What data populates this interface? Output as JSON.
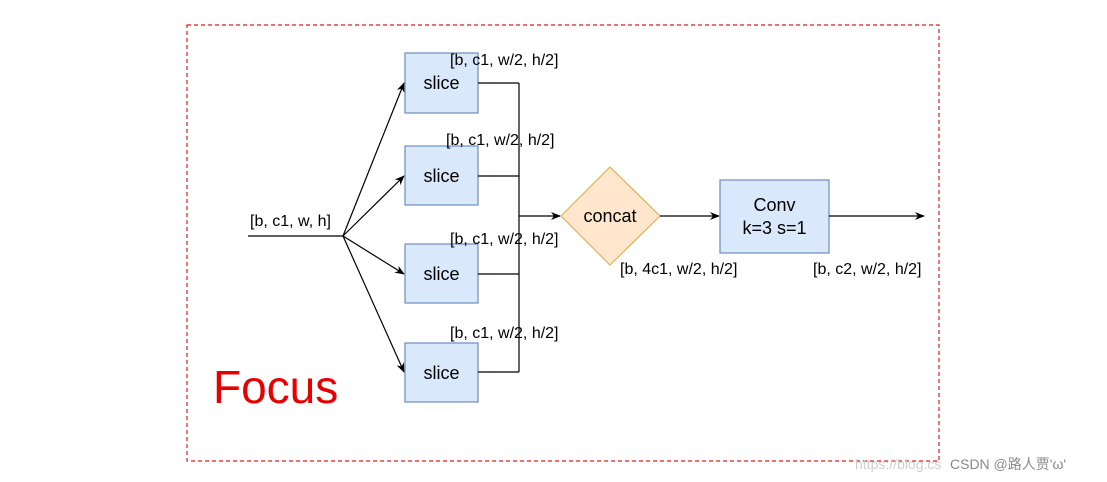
{
  "frame_title": "Focus",
  "input": {
    "label": "[b, c1, w, h]"
  },
  "slices": [
    {
      "label": "slice",
      "shape_label": "[b, c1, w/2, h/2]"
    },
    {
      "label": "slice",
      "shape_label": "[b, c1, w/2, h/2]"
    },
    {
      "label": "slice",
      "shape_label": "[b, c1, w/2, h/2]"
    },
    {
      "label": "slice",
      "shape_label": "[b, c1, w/2, h/2]"
    }
  ],
  "concat": {
    "label": "concat",
    "shape_label": "[b, 4c1, w/2, h/2]"
  },
  "conv": {
    "line1": "Conv",
    "line2": "k=3 s=1",
    "shape_label": "[b, c2, w/2, h/2]"
  },
  "watermark": {
    "faint": "https://blog.cs",
    "main": "CSDN @路人贾'ω'"
  },
  "colors": {
    "frame_border": "#e31a1c",
    "focus_text": "#e60000",
    "box_fill": "#dae8fc",
    "box_border": "#6c8ebf",
    "diamond_fill": "#ffe6cc",
    "diamond_border": "#d6b656",
    "line": "#000000"
  }
}
